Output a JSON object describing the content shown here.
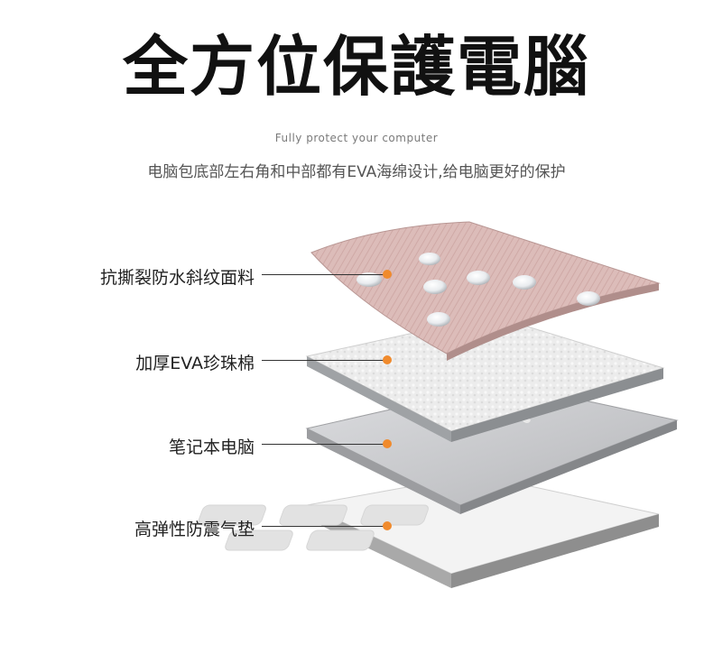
{
  "header": {
    "title": "全方位保護電腦",
    "subtitle_en": "Fully protect your computer",
    "subtitle_cn": "电脑包底部左右角和中部都有EVA海绵设计,给电脑更好的保护"
  },
  "layers": [
    {
      "label": "抗撕裂防水斜纹面料"
    },
    {
      "label": "加厚EVA珍珠棉"
    },
    {
      "label": "笔记本电脑"
    },
    {
      "label": "高弹性防震气垫"
    }
  ],
  "colors": {
    "accent_dot": "#f08a2c",
    "fabric": "#d9b7b4",
    "foam": "#e6e6e6",
    "laptop": "#c9cacc",
    "cushion": "#f1f1f1"
  }
}
